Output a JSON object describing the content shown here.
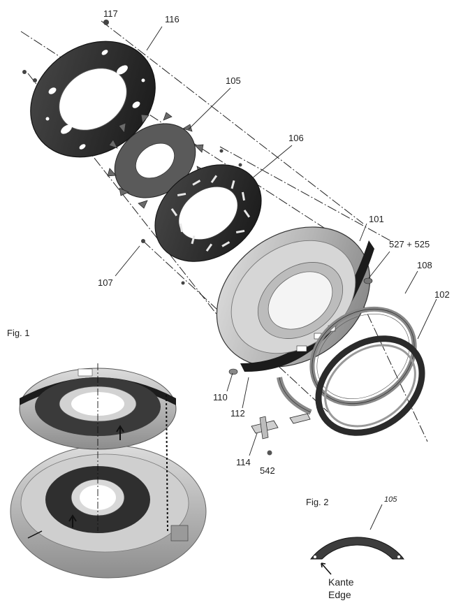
{
  "parts": {
    "p117": "117",
    "p116": "116",
    "p105": "105",
    "p106": "106",
    "p101": "101",
    "p527_525": "527 + 525",
    "p108": "108",
    "p102": "102",
    "p107": "107",
    "p110": "110",
    "p112": "112",
    "p114": "114",
    "p542": "542"
  },
  "fig1": {
    "label": "Fig. 1"
  },
  "fig2": {
    "label": "Fig. 2",
    "part": "105",
    "edge_de": "Kante",
    "edge_en": "Edge"
  },
  "colors": {
    "metal_dark": "#2b2b2b",
    "metal_mid": "#6d6d6d",
    "metal_light": "#c9c9c9",
    "paper": "#ffffff",
    "line": "#1e1e1e"
  }
}
